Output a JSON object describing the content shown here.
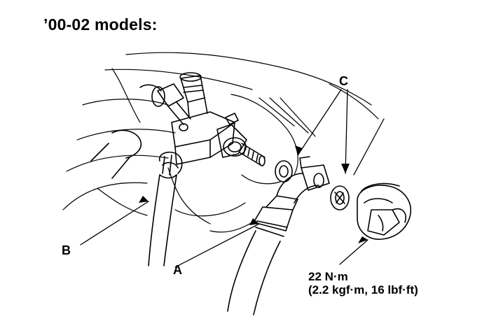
{
  "title": "’00-02 models:",
  "callouts": {
    "a": "A",
    "b": "B",
    "c": "C"
  },
  "torque": {
    "line1": "22 N·m",
    "line2": "(2.2 kgf·m, 16 lbf·ft)"
  },
  "colors": {
    "ink": "#000000",
    "paper": "#ffffff"
  }
}
